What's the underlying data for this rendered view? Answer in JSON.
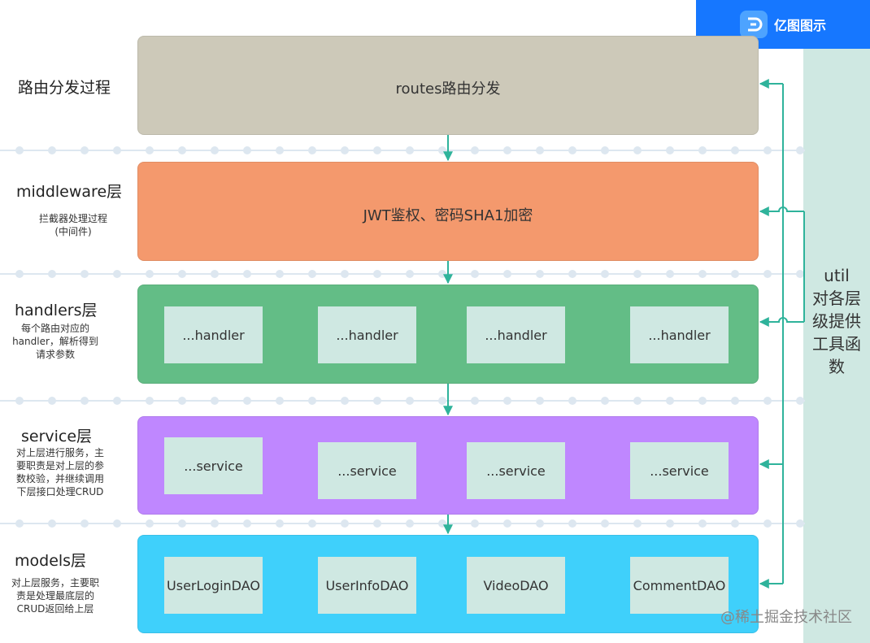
{
  "badge": {
    "text": "亿图图示"
  },
  "util": {
    "title": "util",
    "desc": "对各层级提供工具函数"
  },
  "layers": {
    "routes": {
      "side_title": "路由分发过程",
      "title": "routes路由分发"
    },
    "middleware": {
      "side_title": "middleware层",
      "side_desc_1": "拦截器处理过程",
      "side_desc_2": "(中间件)",
      "title": "JWT鉴权、密码SHA1加密"
    },
    "handlers": {
      "side_title": "handlers层",
      "side_desc": "每个路由对应的handler，解析得到请求参数",
      "boxes": [
        "...handler",
        "...handler",
        "...handler",
        "...handler"
      ]
    },
    "service": {
      "side_title": "service层",
      "side_desc": "对上层进行服务，主要职责是对上层的参数校验，并继续调用下层接口处理CRUD",
      "boxes": [
        "...service",
        "...service",
        "...service",
        "...service"
      ]
    },
    "models": {
      "side_title": "models层",
      "side_desc": "对上层服务，主要职责是处理最底层的CRUD返回给上层",
      "boxes": [
        "UserLoginDAO",
        "UserInfoDAO",
        "VideoDAO",
        "CommentDAO"
      ]
    }
  },
  "footer": {
    "watermark": "@稀土掘金技术社区"
  },
  "colors": {
    "routes": "#cdc9b9",
    "middleware": "#f4996d",
    "handlers": "#63bd86",
    "service": "#bf87ff",
    "models": "#3fd0fb",
    "connector": "#2fb39b",
    "util": "#cfe8e2"
  }
}
